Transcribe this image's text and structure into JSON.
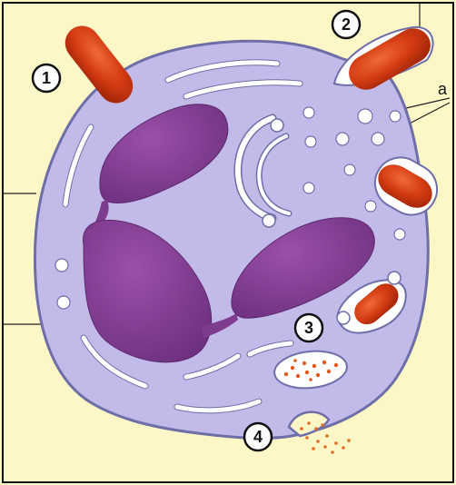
{
  "diagram": {
    "markers": [
      {
        "id": "1",
        "label": "1"
      },
      {
        "id": "2",
        "label": "2"
      },
      {
        "id": "3",
        "label": "3"
      },
      {
        "id": "4",
        "label": "4"
      }
    ],
    "corner_label": "a",
    "colors": {
      "paper": "#FDF6C6",
      "cytoplasm": "#C2BBEA",
      "membrane": "#6E6EA8",
      "nucleus": "#7E3C8E",
      "nucleus_dark": "#5E2A6E",
      "bacterium": "#D23A12",
      "granule": "#FFFFFF",
      "enzyme_dot": "#E07020",
      "frame": "#111111"
    }
  }
}
